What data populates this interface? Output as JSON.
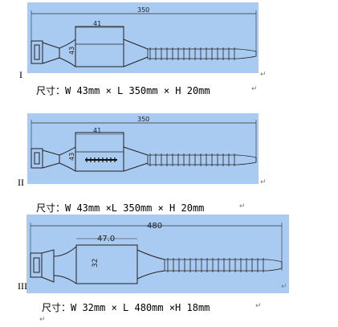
{
  "figures": [
    {
      "label": "I",
      "length_label": "350",
      "width_label": "41",
      "height_label": "43",
      "caption": "尺寸：W 43mm × L 350mm × H 20mm"
    },
    {
      "label": "II",
      "length_label": "350",
      "width_label": "41",
      "height_label": "43",
      "caption": "尺寸：W 43mm ×L 350mm × H 20mm"
    },
    {
      "label": "III",
      "length_label": "480",
      "width_label": "47.0",
      "height_label": "32",
      "caption": "尺寸：W 32mm × L 480mm ×H 18mm"
    }
  ],
  "paragraph_mark": "↵"
}
